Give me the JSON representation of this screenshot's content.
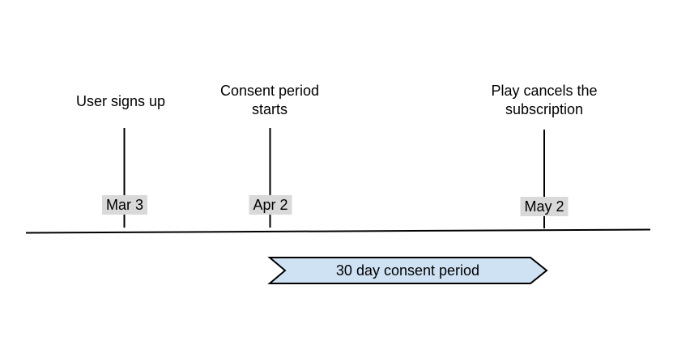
{
  "diagram": {
    "type": "timeline",
    "events": [
      {
        "label": "User signs up",
        "date": "Mar 3"
      },
      {
        "label": "Consent period\nstarts",
        "date": "Apr 2"
      },
      {
        "label": "Play cancels the\nsubscription",
        "date": "May 2"
      }
    ],
    "period_banner": {
      "label": "30 day consent period",
      "spans_from": "Apr 2",
      "spans_to": "May 2"
    },
    "colors": {
      "background": "#ffffff",
      "line": "#000000",
      "text": "#000000",
      "date_chip_bg": "#d9d9d9",
      "banner_fill": "#cfe2f3",
      "banner_stroke": "#000000"
    }
  }
}
